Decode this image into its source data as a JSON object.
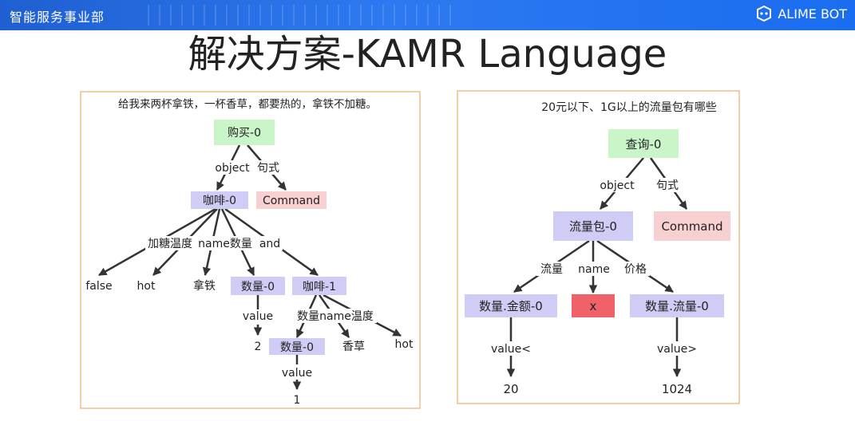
{
  "header": {
    "department": "智能服务事业部",
    "brand": "ALIME BOT"
  },
  "title": "解决方案-KAMR Language",
  "colors": {
    "root_node": "#c9f5c9",
    "entity_node": "#cfcdf5",
    "command_node": "#f9d0d2",
    "missing_node": "#f06168",
    "panel_border": "#f0bd86",
    "header_bar": "#2a6fe3"
  },
  "left_panel": {
    "sentence": "给我来两杯拿铁，一杯香草，都要热的，拿铁不加糖。",
    "nodes": {
      "root": "购买-0",
      "command": "Command",
      "coffee0": "咖啡-0",
      "quantity0": "数量-0",
      "coffee1": "咖啡-1",
      "quantity0b": "数量-0"
    },
    "edge_labels": {
      "object": "object",
      "sentence_type": "句式",
      "sugar_temp": "加糖温度",
      "name_qty": "name数量",
      "and": "and",
      "value_a": "value",
      "qty_name_temp": "数量name温度",
      "value_b": "value"
    },
    "leaves": {
      "false": "false",
      "hot_a": "hot",
      "latte": "拿铁",
      "two": "2",
      "vanilla": "香草",
      "hot_b": "hot",
      "one": "1"
    }
  },
  "right_panel": {
    "sentence": "20元以下、1G以上的流量包有哪些",
    "nodes": {
      "root": "查询-0",
      "package": "流量包-0",
      "command": "Command",
      "amount": "数量.金额-0",
      "x": "x",
      "traffic": "数量.流量-0"
    },
    "edge_labels": {
      "object": "object",
      "sentence_type": "句式",
      "traffic": "流量",
      "name": "name",
      "price": "价格",
      "value_lt": "value<",
      "value_gt": "value>"
    },
    "leaves": {
      "twenty": "20",
      "v1024": "1024"
    }
  }
}
